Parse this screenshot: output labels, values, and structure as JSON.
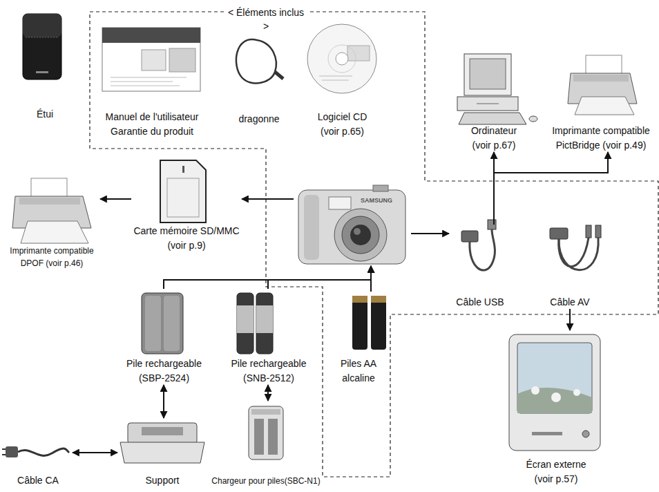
{
  "diagram": {
    "nodes": [
      {
        "text": [
          "< Éléments inclus >"
        ]
      },
      {
        "text": [
          "Manuel de l'utilisateur",
          "Garantie du produit"
        ],
        "in": 0
      },
      {
        "text": [
          "dragonne"
        ],
        "in": 0
      },
      {
        "text": [
          "Logiciel CD (voir p.65)"
        ],
        "in": 0
      },
      {
        "text": [
          "Étui"
        ]
      },
      {
        "text": [
          "Ordinateur (voir p.67)"
        ]
      },
      {
        "text": [
          "Imprimante compatible PictBridge (voir p.49)"
        ]
      },
      {
        "text": [
          "Imprimante compatible DPOF (voir p.46)"
        ]
      },
      {
        "text": [
          "Carte mémoire SD/MMC (voir p.9)"
        ]
      },
      {
        "text": [
          "SAMSUNG"
        ],
        "in": 0
      },
      {
        "text": [
          "Câble USB"
        ],
        "in": 0
      },
      {
        "text": [
          "Câble AV"
        ],
        "in": 0
      },
      {
        "text": [
          "Pile rechargeable (SBP-2524)"
        ]
      },
      {
        "text": [
          "Pile rechargeable (SNB-2512)"
        ]
      },
      {
        "text": [
          "Piles AA alcaline"
        ],
        "in": 0
      },
      {
        "text": [
          "Écran externe (voir p.57)"
        ]
      },
      {
        "text": [
          "Câble CA"
        ]
      },
      {
        "text": [
          "Support"
        ]
      },
      {
        "text": [
          "Chargeur pour piles(SBC-N1)"
        ]
      }
    ],
    "edges": [
      {
        "from": 9,
        "to": 8,
        "arrow": "to"
      },
      {
        "from": 8,
        "to": 7,
        "arrow": "to"
      },
      {
        "from": 9,
        "to": 10,
        "arrow": "to"
      },
      {
        "from": 10,
        "to": 5,
        "arrow": "to"
      },
      {
        "from": 10,
        "to": 6,
        "arrow": "to"
      },
      {
        "from": 11,
        "to": 15,
        "arrow": "to"
      },
      {
        "from": 12,
        "to": 9,
        "arrow": "to"
      },
      {
        "from": 13,
        "to": 9,
        "arrow": "to"
      },
      {
        "from": 14,
        "to": 9,
        "arrow": "to"
      },
      {
        "from": 12,
        "to": 17,
        "arrow": "both"
      },
      {
        "from": 13,
        "to": 18,
        "arrow": "both"
      },
      {
        "from": 16,
        "to": 17,
        "arrow": "both"
      }
    ]
  }
}
